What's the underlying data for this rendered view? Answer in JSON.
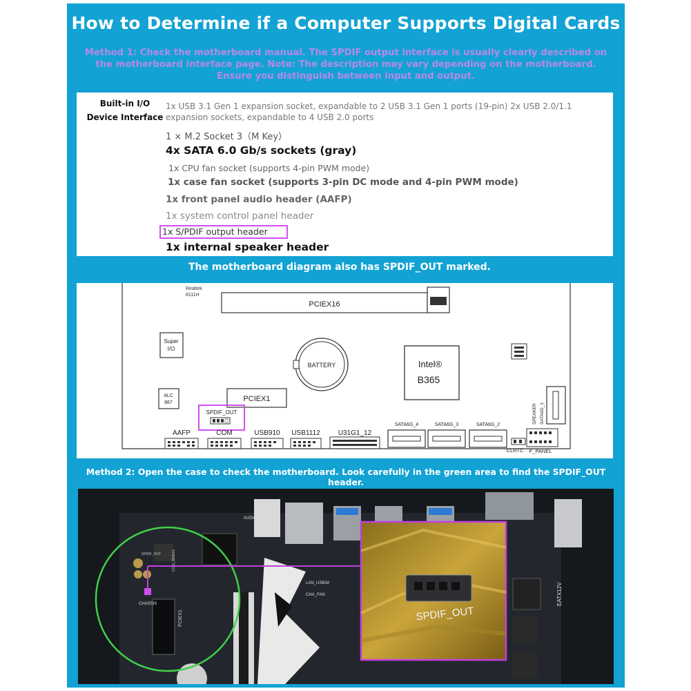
{
  "title": "How to Determine if a Computer Supports Digital Cards",
  "method1": "Method 1: Check the motherboard manual. The SPDIF output interface is usually clearly described on the motherboard interface page. Note: The description may vary depending on the motherboard. Ensure you distinguish between input and output.",
  "spec": {
    "label_line1": "Built-in I/O",
    "label_line2": "Device Interface",
    "lines": [
      "1x USB 3.1 Gen 1 expansion socket, expandable to 2 USB 3.1 Gen 1 ports (19-pin) 2x USB 2.0/1.1 expansion sockets, expandable to 4 USB 2.0 ports",
      "1 × M.2 Socket 3（M Key）",
      "4x SATA 6.0 Gb/s sockets (gray)",
      "1x CPU fan socket (supports 4-pin PWM mode)",
      "1x case fan socket (supports 3-pin DC mode and 4-pin PWM mode)",
      "1x front panel audio header (AAFP)",
      "1x system control panel header",
      "1x S/PDIF output header",
      "1x internal speaker header"
    ]
  },
  "caption2": "The motherboard diagram also has SPDIF_OUT marked.",
  "diagram": {
    "top_label": "Realtek\n8111H",
    "pciex16": "PCIEX16",
    "super_io_1": "Super",
    "super_io_2": "I/O",
    "battery": "BATTERY",
    "chip_1": "Intel®",
    "chip_2": "B365",
    "alc_1": "ALC",
    "alc_2": "887",
    "pciex1": "PCIEX1",
    "spdif_out": "SPDIF_OUT",
    "aafp": "AAFP",
    "com": "COM",
    "usb910": "USB910",
    "usb1112": "USB1112",
    "u31g1": "U31G1_12",
    "sata4": "SATA6G_4",
    "sata3": "SATA6G_3",
    "sata2": "SATA6G_2",
    "speaker": "SPEAKER",
    "sata1": "SATA6G_1",
    "clrtc": "CLRTC",
    "fpanel": "F_PANEL"
  },
  "method2": "Method 2: Open the case to check the motherboard. Look carefully in the green area to find the SPDIF_OUT header.",
  "photo": {
    "zoom_label": "SPDIF_OUT",
    "board_labels": [
      "PCIEX1",
      "CHASSIS",
      "LAN_USB34",
      "CHA_FAN",
      "EATX12V",
      "AUDIO",
      "COM_DEBUG",
      "SPDIF_OUT",
      "SPDIF_OUT"
    ]
  },
  "colors": {
    "panel_blue": "#12a2d4",
    "method1_purple": "#b58ae8",
    "highlight_magenta": "#d14ff0",
    "green_circle": "#3fd24a",
    "zoom_border": "#c23fe0"
  }
}
